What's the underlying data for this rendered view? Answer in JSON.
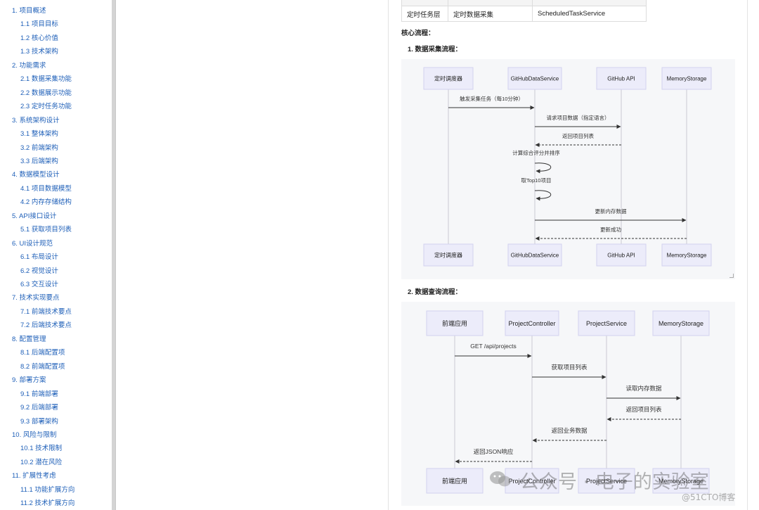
{
  "toc": [
    {
      "label": "1. 项目概述",
      "level": 1
    },
    {
      "label": "1.1 项目目标",
      "level": 2
    },
    {
      "label": "1.2 核心价值",
      "level": 2
    },
    {
      "label": "1.3 技术架构",
      "level": 2
    },
    {
      "label": "2. 功能需求",
      "level": 1
    },
    {
      "label": "2.1 数据采集功能",
      "level": 2
    },
    {
      "label": "2.2 数据展示功能",
      "level": 2
    },
    {
      "label": "2.3 定时任务功能",
      "level": 2
    },
    {
      "label": "3. 系统架构设计",
      "level": 1
    },
    {
      "label": "3.1 整体架构",
      "level": 2
    },
    {
      "label": "3.2 前端架构",
      "level": 2
    },
    {
      "label": "3.3 后端架构",
      "level": 2
    },
    {
      "label": "4. 数据模型设计",
      "level": 1
    },
    {
      "label": "4.1 项目数据模型",
      "level": 2
    },
    {
      "label": "4.2 内存存储结构",
      "level": 2
    },
    {
      "label": "5. API接口设计",
      "level": 1
    },
    {
      "label": "5.1 获取项目列表",
      "level": 2
    },
    {
      "label": "6. UI设计规范",
      "level": 1
    },
    {
      "label": "6.1 布局设计",
      "level": 2
    },
    {
      "label": "6.2 视觉设计",
      "level": 2
    },
    {
      "label": "6.3 交互设计",
      "level": 2
    },
    {
      "label": "7. 技术实现要点",
      "level": 1
    },
    {
      "label": "7.1 前端技术要点",
      "level": 2
    },
    {
      "label": "7.2 后端技术要点",
      "level": 2
    },
    {
      "label": "8. 配置管理",
      "level": 1
    },
    {
      "label": "8.1 后端配置项",
      "level": 2
    },
    {
      "label": "8.2 前端配置项",
      "level": 2
    },
    {
      "label": "9. 部署方案",
      "level": 1
    },
    {
      "label": "9.1 前端部署",
      "level": 2
    },
    {
      "label": "9.2 后端部署",
      "level": 2
    },
    {
      "label": "9.3 部署架构",
      "level": 2
    },
    {
      "label": "10. 风险与限制",
      "level": 1
    },
    {
      "label": "10.1 技术限制",
      "level": 2
    },
    {
      "label": "10.2 潜在风险",
      "level": 2
    },
    {
      "label": "11. 扩展性考虑",
      "level": 1
    },
    {
      "label": "11.1 功能扩展方向",
      "level": 2
    },
    {
      "label": "11.2 技术扩展方向",
      "level": 2
    }
  ],
  "table": {
    "row": {
      "layer": "定时任务层",
      "name": "定时数据采集",
      "component": "ScheduledTaskService"
    }
  },
  "core_flow_title": "核心流程：",
  "flow1": {
    "title": "1. 数据采集流程：",
    "participants": [
      "定时调度器",
      "GitHubDataService",
      "GitHub API",
      "MemoryStorage"
    ],
    "messages": [
      "触发采集任务（每10分钟）",
      "请求项目数据（指定语言）",
      "返回项目列表",
      "计算综合评分并排序",
      "取Top10项目",
      "更新内存数据",
      "更新成功"
    ]
  },
  "flow2": {
    "title": "2. 数据查询流程：",
    "participants": [
      "前端应用",
      "ProjectController",
      "ProjectService",
      "MemoryStorage"
    ],
    "messages": [
      "GET /api/projects",
      "获取项目列表",
      "读取内存数据",
      "返回项目列表",
      "返回业务数据",
      "返回JSON响应"
    ]
  },
  "watermark": {
    "text": "公众号 · 电子的实验室",
    "sub": "@51CTO博客"
  },
  "colors": {
    "link": "#1e5fb8",
    "participant_fill": "#ececfa",
    "diagram_bg": "#f6f7f9"
  }
}
